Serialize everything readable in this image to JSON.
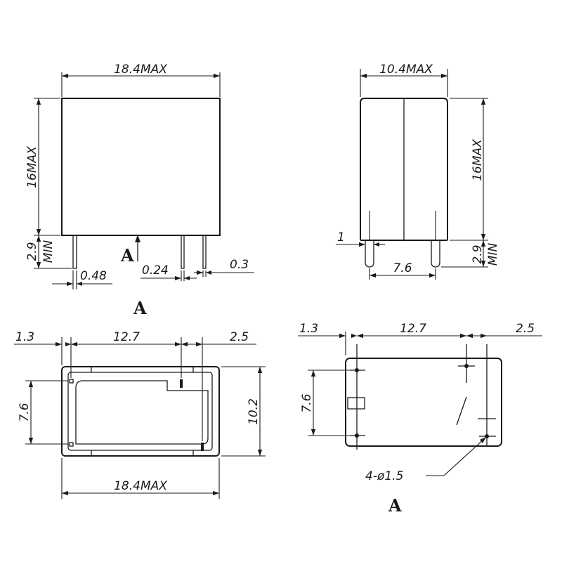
{
  "views": {
    "front": {
      "width": "18.4MAX",
      "height": "16MAX",
      "pin_length_a": "2.9",
      "pin_length_b": "MIN",
      "pin_thickness": "0.48",
      "pin_width_small": "0.24",
      "pin_width_right": "0.3",
      "arrow_label": "A"
    },
    "side": {
      "width": "10.4MAX",
      "height": "16MAX",
      "pin_length_a": "2.9",
      "pin_length_b": "MIN",
      "pin_thickness": "1",
      "pin_spacing": "7.6"
    },
    "bottom": {
      "view_label": "A",
      "left_offset": "1.3",
      "pin_pitch": "12.7",
      "right_offset": "2.5",
      "row_spacing": "7.6",
      "depth": "10.2",
      "length": "18.4MAX"
    },
    "pcb": {
      "left_offset": "1.3",
      "pin_pitch": "12.7",
      "right_offset": "2.5",
      "row_spacing": "7.6",
      "hole_callout": "4-ø1.5",
      "view_label": "A"
    }
  }
}
